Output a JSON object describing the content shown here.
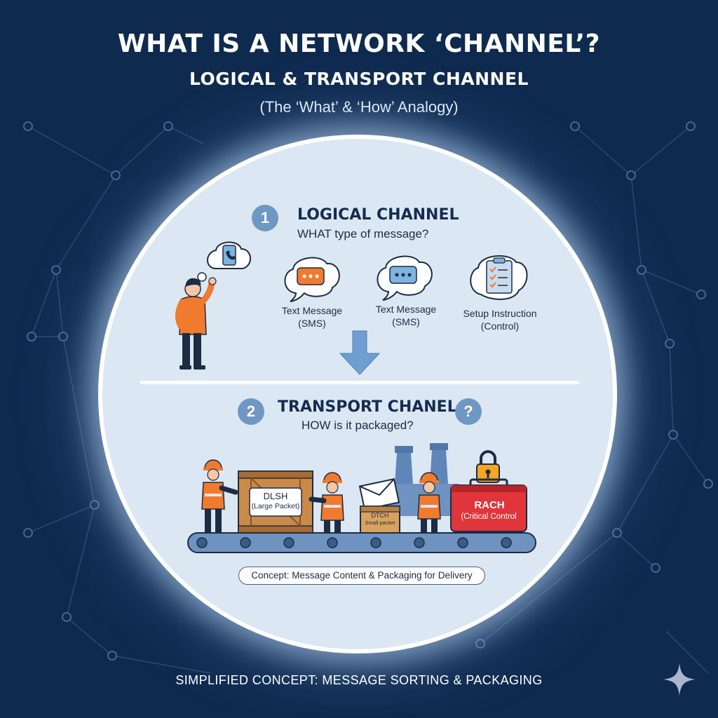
{
  "header": {
    "title": "WHAT IS A NETWORK ‘CHANNEL’?",
    "subtitle": "LOGICAL & TRANSPORT CHANNEL",
    "analogy": "(The ‘What’ & ‘How’ Analogy)"
  },
  "logical": {
    "number": "1",
    "title": "LOGICAL CHANNEL",
    "question": "WHAT type of message?",
    "items": [
      {
        "line1": "Text Message",
        "line2": "(SMS)"
      },
      {
        "line1": "Text Message",
        "line2": "(SMS)"
      },
      {
        "line1": "Setup Instruction",
        "line2": "(Control)"
      }
    ]
  },
  "transport": {
    "number": "2",
    "title": "TRANSPORT CHANEL",
    "question": "HOW is it packaged?",
    "help_glyph": "?",
    "crate": {
      "name": "DLSH",
      "desc": "(Large Packet)"
    },
    "small_box": {
      "name": "DTCH",
      "desc": "Small packet"
    },
    "rach": {
      "name": "RACH",
      "desc": "(Critical Control"
    }
  },
  "concept": "Concept: Message Content & Packaging for Delivery",
  "footer": "SIMPLIFIED CONCEPT: MESSAGE SORTING & PACKAGING",
  "colors": {
    "background": "#0f2a4f",
    "accent_orange": "#f07a2e",
    "accent_blue": "#6f97c4",
    "rach_red": "#e0353a"
  }
}
